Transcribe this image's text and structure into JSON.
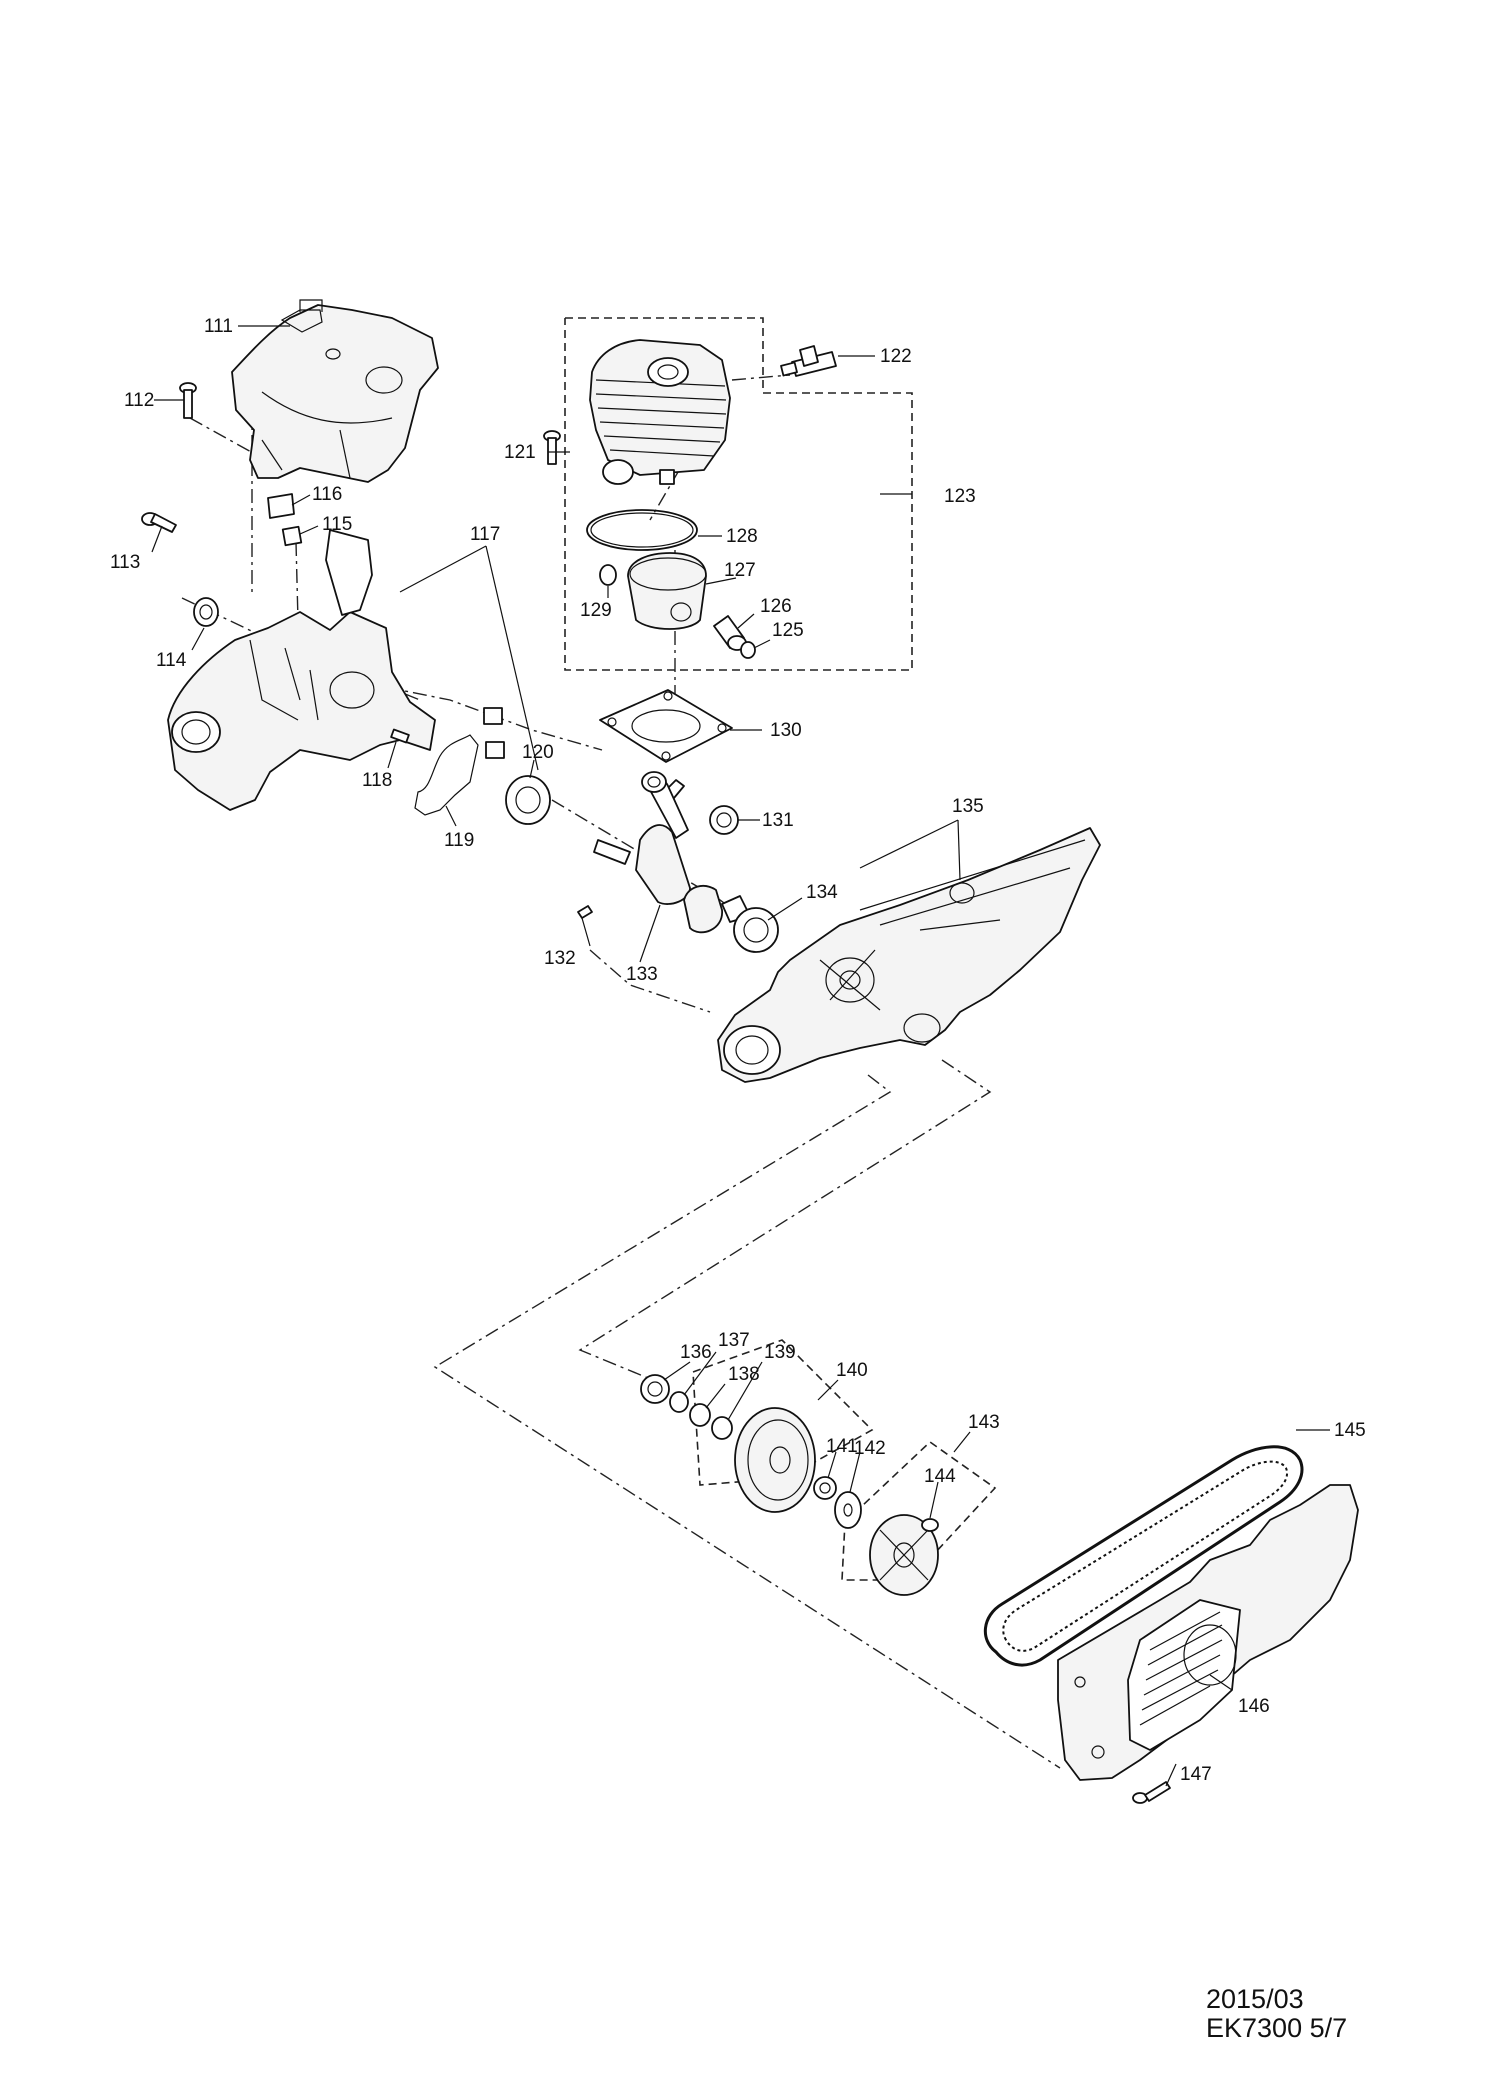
{
  "labels": {
    "p111": "111",
    "p112": "112",
    "p113": "113",
    "p114": "114",
    "p115": "115",
    "p116": "116",
    "p117": "117",
    "p118": "118",
    "p119": "119",
    "p120": "120",
    "p121": "121",
    "p122": "122",
    "p123": "123",
    "p125": "125",
    "p126": "126",
    "p127": "127",
    "p128": "128",
    "p129": "129",
    "p130": "130",
    "p131": "131",
    "p132": "132",
    "p133": "133",
    "p134": "134",
    "p135": "135",
    "p136": "136",
    "p137": "137",
    "p138": "138",
    "p139": "139",
    "p140": "140",
    "p141": "141",
    "p142": "142",
    "p143": "143",
    "p144": "144",
    "p145": "145",
    "p146": "146",
    "p147": "147"
  },
  "footer": {
    "date": "2015/03",
    "model_page": "EK7300 5/7"
  }
}
